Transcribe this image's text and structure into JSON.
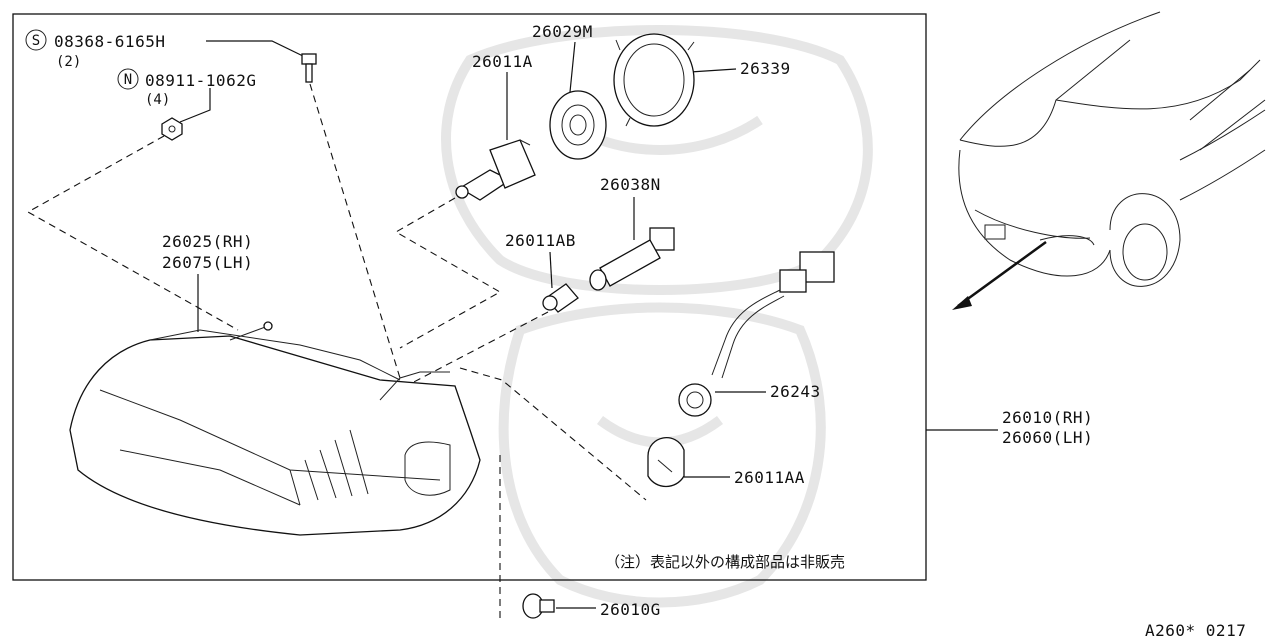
{
  "labels": {
    "screw": "08368-6165H",
    "screw_qty": "(2)",
    "screw_symbol": "S",
    "nut": "08911-1062G",
    "nut_qty": "(4)",
    "nut_symbol": "N",
    "bulb_socket": "26029M",
    "bulb_main": "26011A",
    "cover": "26339",
    "socket_small": "26038N",
    "bulb_small": "26011AB",
    "housing_rh": "26025(RH)",
    "housing_lh": "26075(LH)",
    "harness_socket": "26243",
    "bulb_turn": "26011AA",
    "assembly_rh": "26010(RH)",
    "assembly_lh": "26060(LH)",
    "clip": "26010G",
    "note": "（注）表記以外の構成部品は非販売",
    "figure_code": "A260* 0217"
  }
}
